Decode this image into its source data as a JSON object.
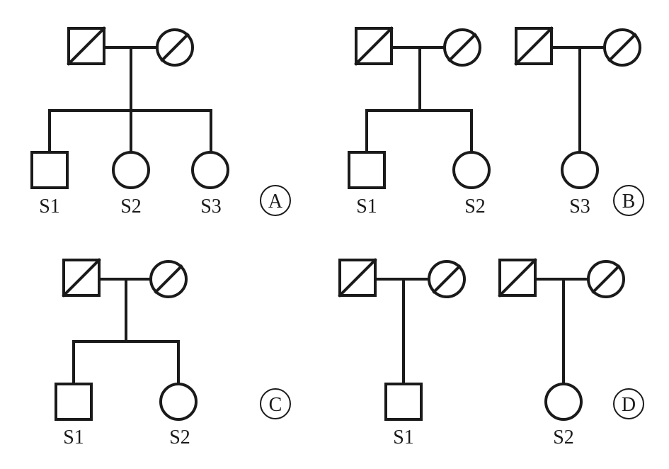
{
  "panels": {
    "A": {
      "badge": "A",
      "children": [
        "S1",
        "S2",
        "S3"
      ]
    },
    "B": {
      "badge": "B",
      "family1_children": [
        "S1",
        "S2"
      ],
      "family2_children": [
        "S3"
      ]
    },
    "C": {
      "badge": "C",
      "children": [
        "S1",
        "S2"
      ]
    },
    "D": {
      "badge": "D",
      "family1_children": [
        "S1"
      ],
      "family2_children": [
        "S2"
      ]
    }
  },
  "colors": {
    "stroke": "#1a1a1a",
    "background": "#ffffff"
  }
}
